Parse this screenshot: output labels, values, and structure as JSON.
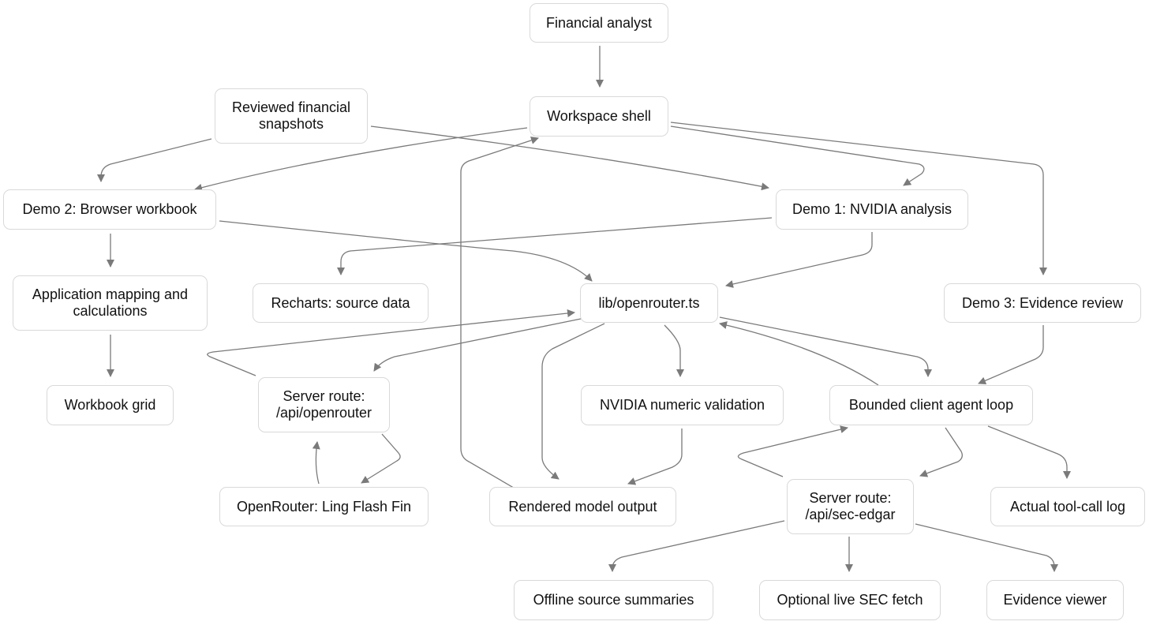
{
  "nodes": {
    "financial_analyst": "Financial analyst",
    "workspace_shell": "Workspace shell",
    "reviewed_snapshots": "Reviewed financial\nsnapshots",
    "demo2": "Demo 2: Browser workbook",
    "demo1": "Demo 1: NVIDIA analysis",
    "app_mapping": "Application mapping and\ncalculations",
    "recharts": "Recharts: source data",
    "openrouter_lib": "lib/openrouter.ts",
    "demo3": "Demo 3: Evidence review",
    "workbook_grid": "Workbook grid",
    "server_openrouter": "Server route:\n/api/openrouter",
    "nvidia_validation": "NVIDIA numeric validation",
    "agent_loop": "Bounded client agent loop",
    "ling_flash": "OpenRouter: Ling Flash Fin",
    "rendered_output": "Rendered model output",
    "server_sec": "Server route:\n/api/sec-edgar",
    "tool_call_log": "Actual tool-call log",
    "offline_summaries": "Offline source summaries",
    "live_sec_fetch": "Optional live SEC fetch",
    "evidence_viewer": "Evidence viewer"
  }
}
